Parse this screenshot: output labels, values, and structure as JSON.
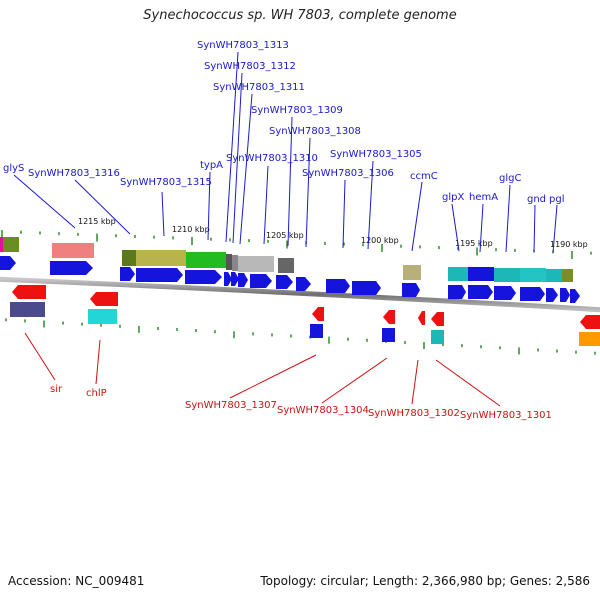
{
  "title": "Synechococcus sp. WH 7803, complete genome",
  "footer": {
    "accession": "Accession: NC_009481",
    "summary": "Topology: circular; Length: 2,366,980 bp; Genes: 2,586"
  },
  "colors": {
    "upper_label": "#1a1acc",
    "lower_label": "#cc1111",
    "backbone": "#8c8c8c",
    "tick": "#2e8b2e",
    "gene_blue": "#1414dd",
    "gene_red": "#ee1111"
  },
  "ruler": [
    {
      "label": "1215 kbp"
    },
    {
      "label": "1210 kbp"
    },
    {
      "label": "1205 kbp"
    },
    {
      "label": "1200 kbp"
    },
    {
      "label": "1195 kbp"
    },
    {
      "label": "1190 kbp"
    }
  ],
  "upper_labels": [
    {
      "text": "glyS"
    },
    {
      "text": "SynWH7803_1316"
    },
    {
      "text": "SynWH7803_1315"
    },
    {
      "text": "typA"
    },
    {
      "text": "SynWH7803_1313"
    },
    {
      "text": "SynWH7803_1312"
    },
    {
      "text": "SynWH7803_1311"
    },
    {
      "text": "SynWH7803_1310"
    },
    {
      "text": "SynWH7803_1309"
    },
    {
      "text": "SynWH7803_1308"
    },
    {
      "text": "SynWH7803_1306"
    },
    {
      "text": "SynWH7803_1305"
    },
    {
      "text": "ccmC"
    },
    {
      "text": "glpX"
    },
    {
      "text": "hemA"
    },
    {
      "text": "glgC"
    },
    {
      "text": "gnd"
    },
    {
      "text": "pgl"
    }
  ],
  "lower_labels": [
    {
      "text": "sir"
    },
    {
      "text": "chlP"
    },
    {
      "text": "SynWH7803_1307"
    },
    {
      "text": "SynWH7803_1304"
    },
    {
      "text": "SynWH7803_1302"
    },
    {
      "text": "SynWH7803_1301"
    }
  ]
}
